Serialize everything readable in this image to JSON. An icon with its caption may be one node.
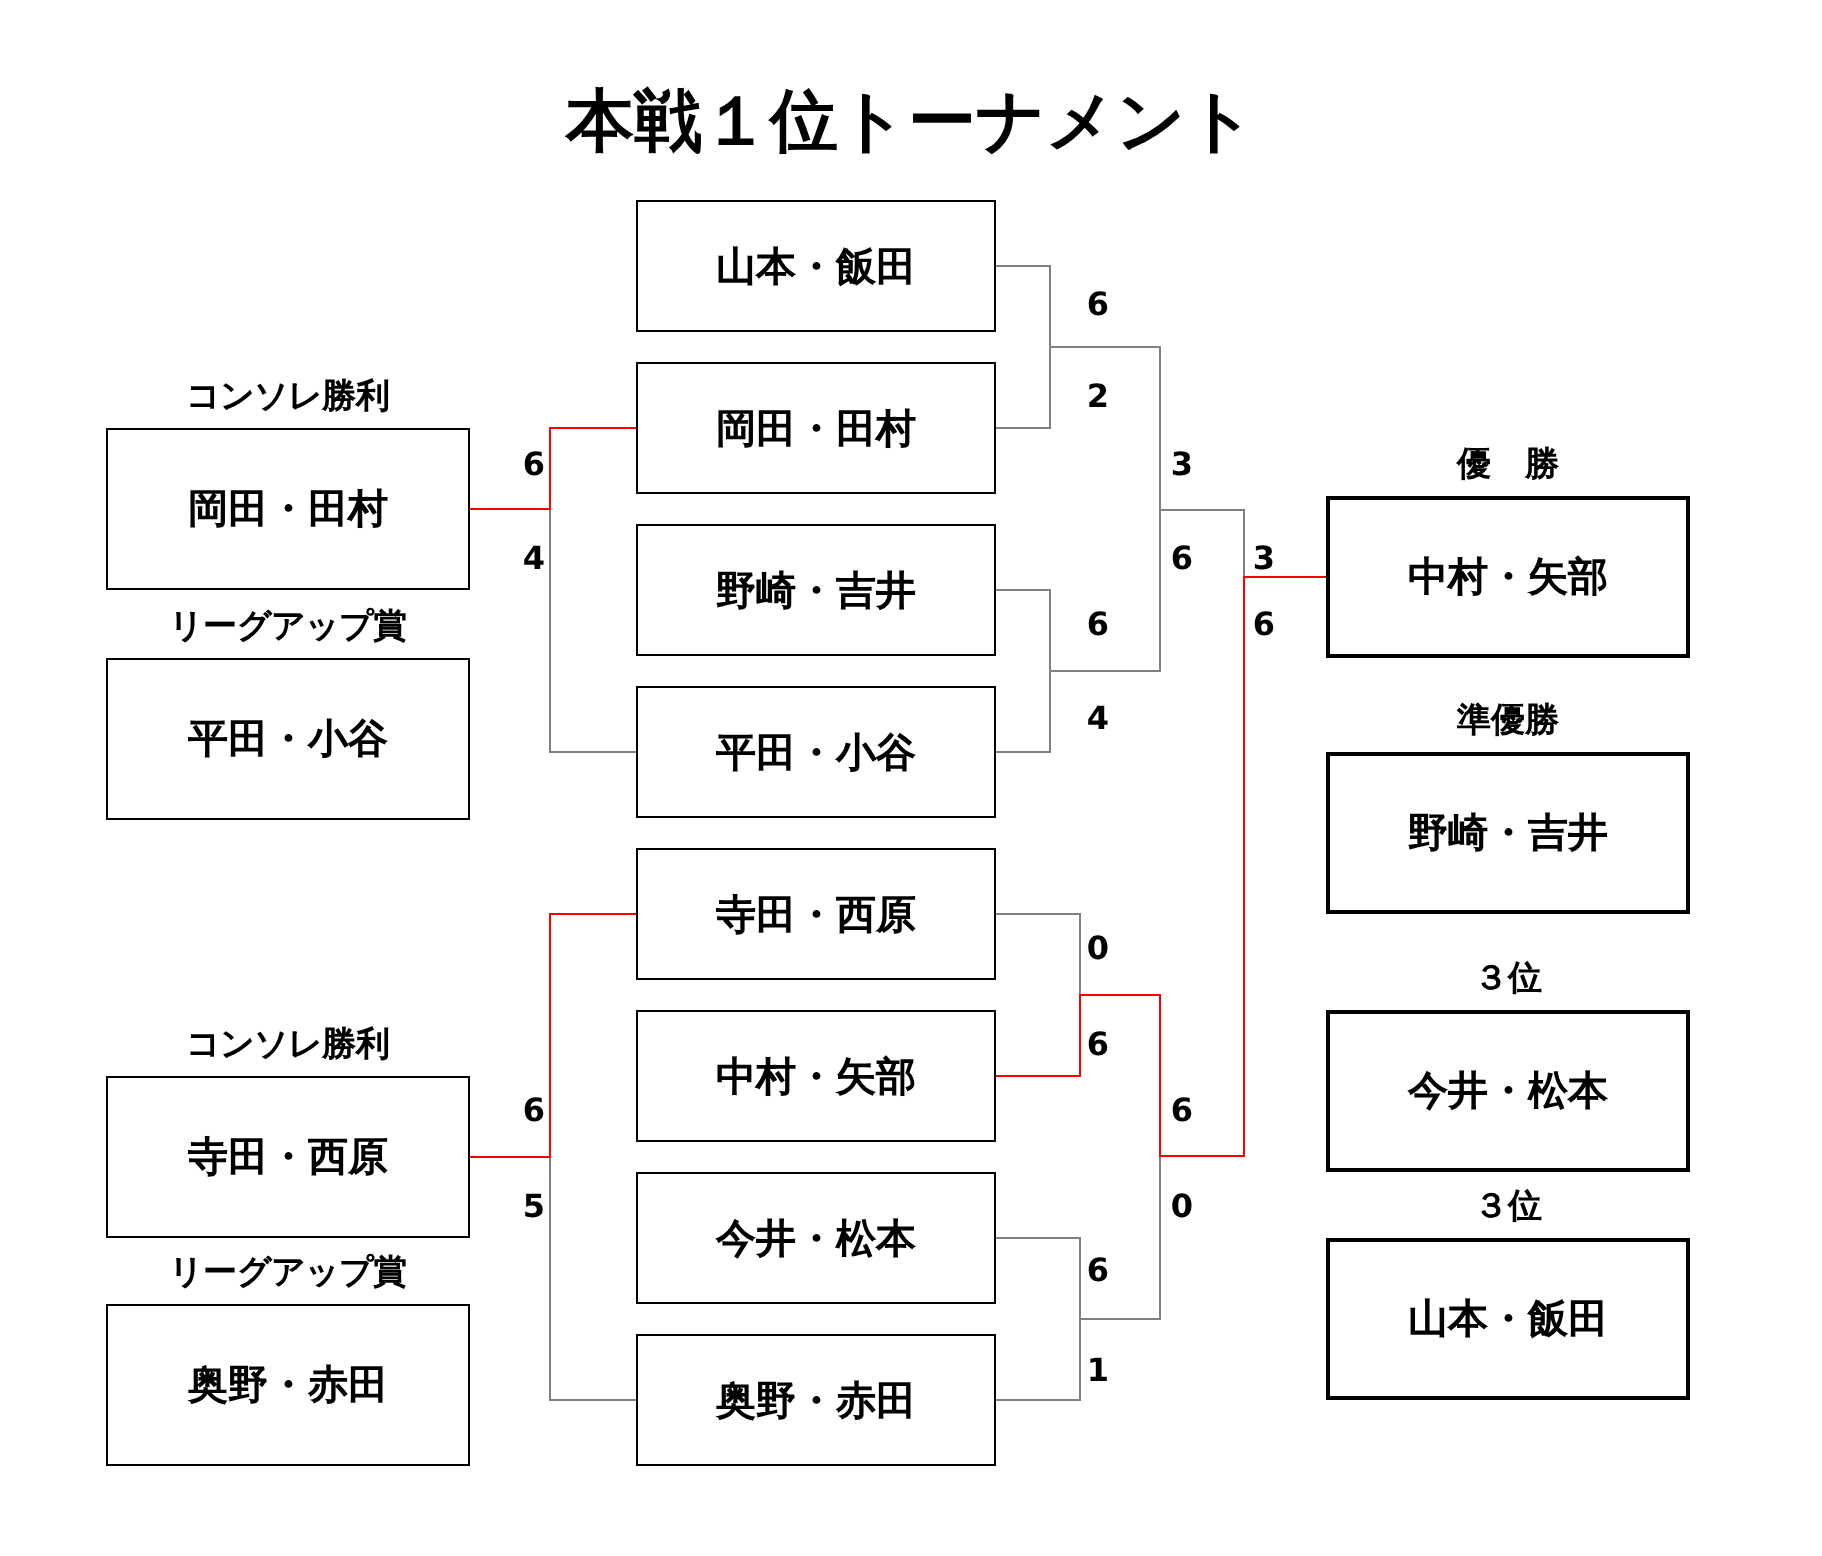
{
  "diagram": {
    "title": "本戦１位トーナメント",
    "nodes": [
      {
        "text": [
          "コンソレ勝利",
          "岡田・田村"
        ]
      },
      {
        "text": [
          "リーグアップ賞",
          "平田・小谷"
        ]
      },
      {
        "text": [
          "コンソレ勝利",
          "寺田・西原"
        ]
      },
      {
        "text": [
          "リーグアップ賞",
          "奥野・赤田"
        ]
      },
      {
        "text": [
          "山本・飯田"
        ]
      },
      {
        "text": [
          "岡田・田村"
        ]
      },
      {
        "text": [
          "野崎・吉井"
        ]
      },
      {
        "text": [
          "平田・小谷"
        ]
      },
      {
        "text": [
          "寺田・西原"
        ]
      },
      {
        "text": [
          "中村・矢部"
        ]
      },
      {
        "text": [
          "今井・松本"
        ]
      },
      {
        "text": [
          "奥野・赤田"
        ]
      },
      {
        "text": [
          "優　勝",
          "中村・矢部"
        ]
      },
      {
        "text": [
          "準優勝",
          "野崎・吉井"
        ]
      },
      {
        "text": [
          "３位",
          "今井・松本"
        ]
      },
      {
        "text": [
          "３位",
          "山本・飯田"
        ]
      }
    ],
    "edges": [
      {
        "from": 4,
        "to": 12,
        "arrow": "none"
      },
      {
        "from": 5,
        "to": 12,
        "arrow": "none"
      },
      {
        "from": 6,
        "to": 12,
        "arrow": "none"
      },
      {
        "from": 7,
        "to": 12,
        "arrow": "none"
      },
      {
        "from": 8,
        "to": 12,
        "arrow": "none"
      },
      {
        "from": 9,
        "to": 12,
        "arrow": "none",
        "color": "#ff0000"
      },
      {
        "from": 10,
        "to": 12,
        "arrow": "none"
      },
      {
        "from": 11,
        "to": 12,
        "arrow": "none"
      },
      {
        "from": 5,
        "to": 0,
        "arrow": "none",
        "color": "#ff0000"
      },
      {
        "from": 7,
        "to": 0,
        "arrow": "none"
      },
      {
        "from": 8,
        "to": 2,
        "arrow": "none",
        "color": "#ff0000"
      },
      {
        "from": 11,
        "to": 2,
        "arrow": "none"
      }
    ],
    "labels": [
      "6",
      "2",
      "6",
      "3",
      "4",
      "6",
      "3",
      "6",
      "6",
      "4",
      "0",
      "6",
      "6",
      "6",
      "5",
      "0",
      "6",
      "1"
    ]
  }
}
